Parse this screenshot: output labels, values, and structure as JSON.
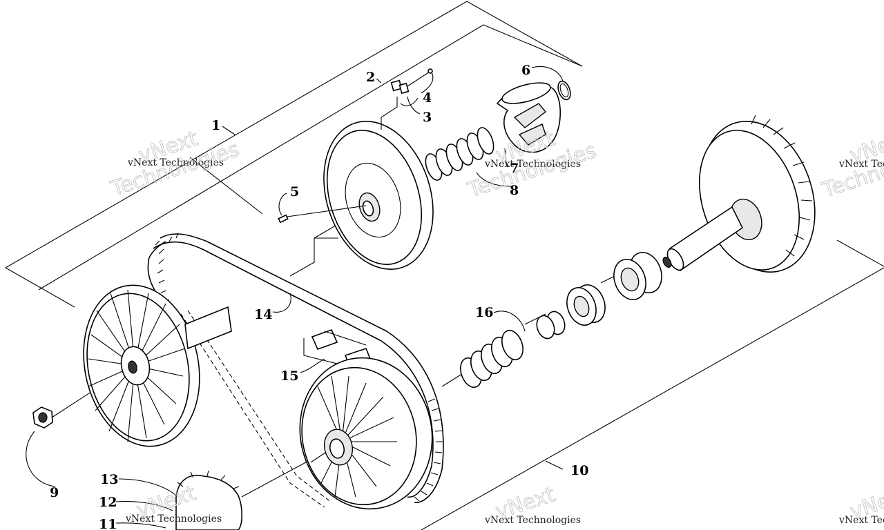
{
  "callouts": {
    "c1": "1",
    "c2": "2",
    "c3": "3",
    "c4": "4",
    "c5": "5",
    "c6": "6",
    "c7": "7",
    "c8": "8",
    "c9": "9",
    "c10": "10",
    "c11": "11",
    "c12": "12",
    "c13": "13",
    "c14": "14",
    "c15": "15",
    "c16": "16"
  },
  "watermark": {
    "line": "vNext Technologies",
    "outline_top": "vNext",
    "outline_bottom": "Technologies"
  }
}
